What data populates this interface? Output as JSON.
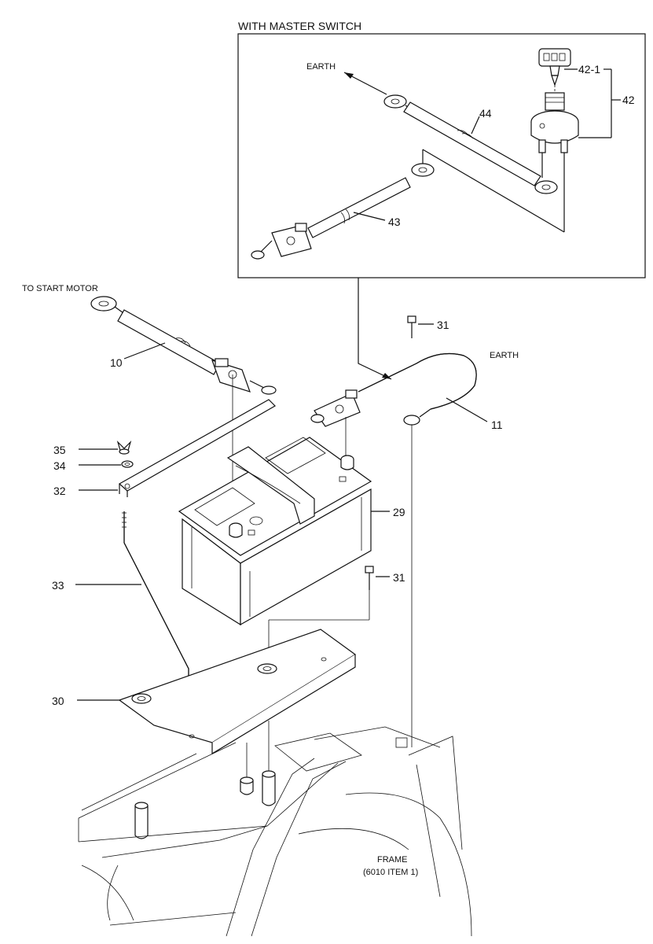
{
  "inset": {
    "title": "WITH MASTER SWITCH"
  },
  "notes": {
    "earth_inset": "EARTH",
    "earth_main": "EARTH",
    "to_start_motor": "TO START MOTOR",
    "frame_line1": "FRAME",
    "frame_line2": "(6010 ITEM 1)"
  },
  "callouts": {
    "p42_1": "42-1",
    "p42": "42",
    "p44": "44",
    "p43": "43",
    "p31_top": "31",
    "p10": "10",
    "p11": "11",
    "p35": "35",
    "p34": "34",
    "p32": "32",
    "p29": "29",
    "p33": "33",
    "p31_mid": "31",
    "p30": "30"
  }
}
